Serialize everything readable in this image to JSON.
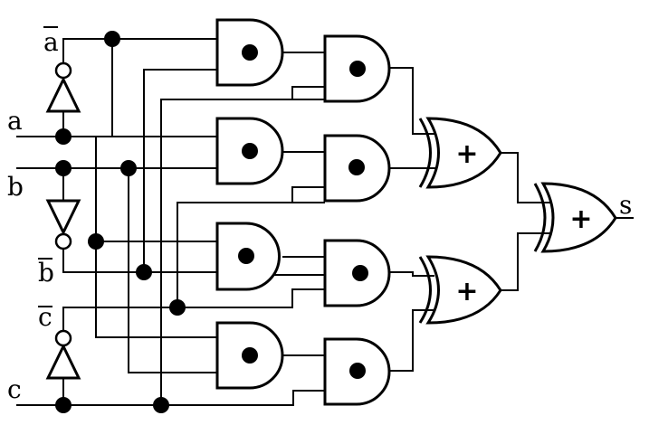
{
  "inputs": {
    "a": "a",
    "a_bar": "a",
    "b": "b",
    "b_bar": "b",
    "c": "c",
    "c_bar": "c"
  },
  "output": "s",
  "xor_symbol": "+",
  "gate_counts": {
    "inverters": 3,
    "and_gates_first_column": 4,
    "and_gates_second_column": 4,
    "xor_gates": 3
  },
  "colors": {
    "ink": "#000000",
    "background": "#ffffff"
  },
  "icons": {
    "inverter": "not-gate-icon",
    "and_gate": "and-gate-icon",
    "xor_gate": "xor-gate-icon"
  }
}
